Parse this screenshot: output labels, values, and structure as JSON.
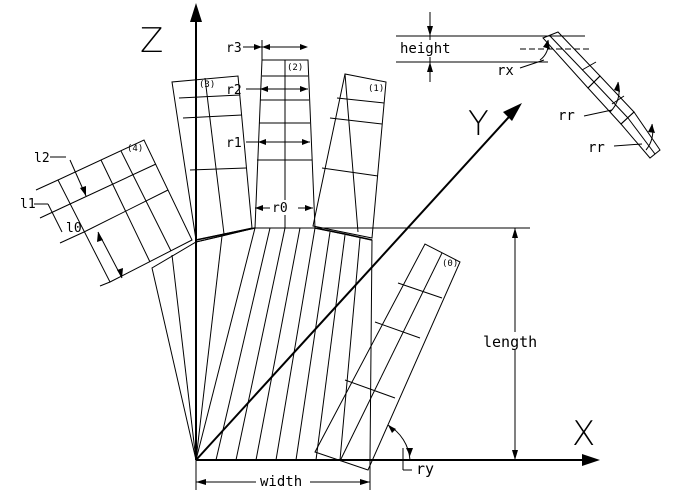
{
  "axes": {
    "x_label": "X",
    "y_label": "Y",
    "z_label": "Z"
  },
  "dimensions": {
    "length": "length",
    "width": "width",
    "height": "height",
    "rx": "rx",
    "ry": "ry",
    "rr": "rr",
    "r0": "r0",
    "r1": "r1",
    "r2": "r2",
    "r3": "r3",
    "l0": "l0",
    "l1": "l1",
    "l2": "l2"
  },
  "fingers": [
    "(0)",
    "(1)",
    "(2)",
    "(3)",
    "(4)"
  ]
}
